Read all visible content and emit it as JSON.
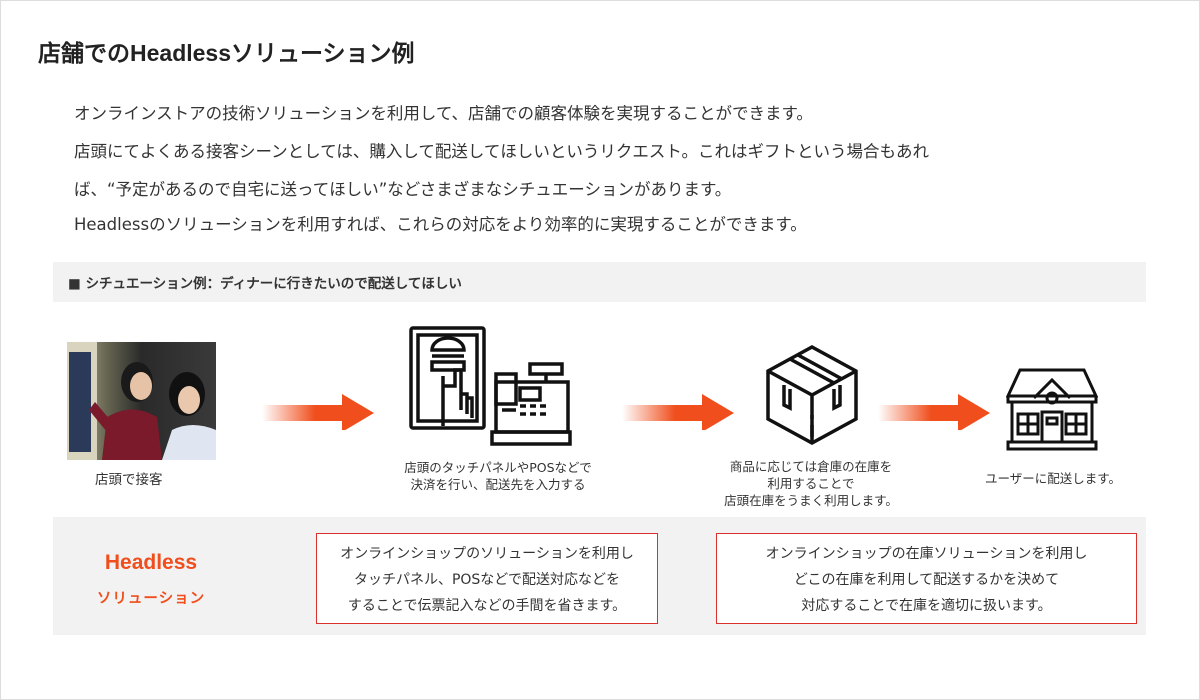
{
  "title": "店舗でのHeadlessソリューション例",
  "intro": [
    "オンラインストアの技術ソリューションを利用して、店舗での顧客体験を実現することができます。",
    "店頭にてよくある接客シーンとしては、購入して配送してほしいというリクエスト。これはギフトという場合もあれ",
    "ば、“予定があるので自宅に送ってほしい”などさまざまなシチュエーションがあります。",
    "Headlessのソリューションを利用すれば、これらの対応をより効率的に実現することができます。"
  ],
  "situation": "■ シチュエーション例：ディナーに行きたいので配送してほしい",
  "steps": [
    {
      "icon": "customer-service-photo",
      "caption": [
        "店頭で接客"
      ]
    },
    {
      "icon": "touch-panel-pos-icon",
      "caption": [
        "店頭のタッチパネルやPOSなどで",
        "決済を行い、配送先を入力する"
      ]
    },
    {
      "icon": "package-box-icon",
      "caption": [
        "商品に応じては倉庫の在庫を",
        "利用することで",
        "店頭在庫をうまく利用します。"
      ]
    },
    {
      "icon": "house-icon",
      "caption": [
        "ユーザーに配送します。"
      ]
    }
  ],
  "headless": {
    "title": "Headless",
    "subtitle": "ソリューション"
  },
  "solutions": [
    [
      "オンラインショップのソリューションを利用し",
      "タッチパネル、POSなどで配送対応などを",
      "することで伝票記入などの手間を省きます。"
    ],
    [
      "オンラインショップの在庫ソリューションを利用し",
      "どこの在庫を利用して配送するかを決めて",
      "対応することで在庫を適切に扱います。"
    ]
  ],
  "colors": {
    "accent": "#f04e1c",
    "border": "#d9322a",
    "band": "#f2f2f2"
  }
}
